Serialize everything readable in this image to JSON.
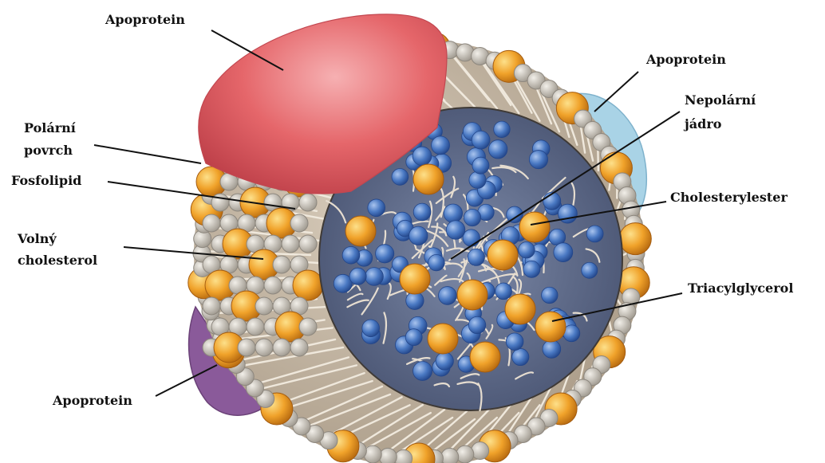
{
  "labels": {
    "apoprotein_top": "Apoprotein",
    "apoprotein_right": "Apoprotein",
    "nepolarni_line1": "Nepolární",
    "nepolarni_line2": "jádro",
    "polarni_line1": "Polární",
    "polarni_line2": "povrch",
    "fosfolipid": "Fosfolipid",
    "cholesterylester": "Cholesterylester",
    "volny_line1": "Volný",
    "volny_line2": "cholesterol",
    "triacylglycerol": "Triacylglycerol",
    "apoprotein_bottom": "Apoprotein"
  },
  "colors": {
    "apoprotein_red": "#e5666a",
    "apoprotein_blue": "#a9d3e6",
    "apoprotein_purple": "#8a5a9a",
    "phospholipid_head": "#cfcac2",
    "cholesterol_orange": "#f0a22a",
    "core_blue": "#4a79c3",
    "tail_beige": "#e6ddd0",
    "shell_tan": "#c4b6a4"
  }
}
